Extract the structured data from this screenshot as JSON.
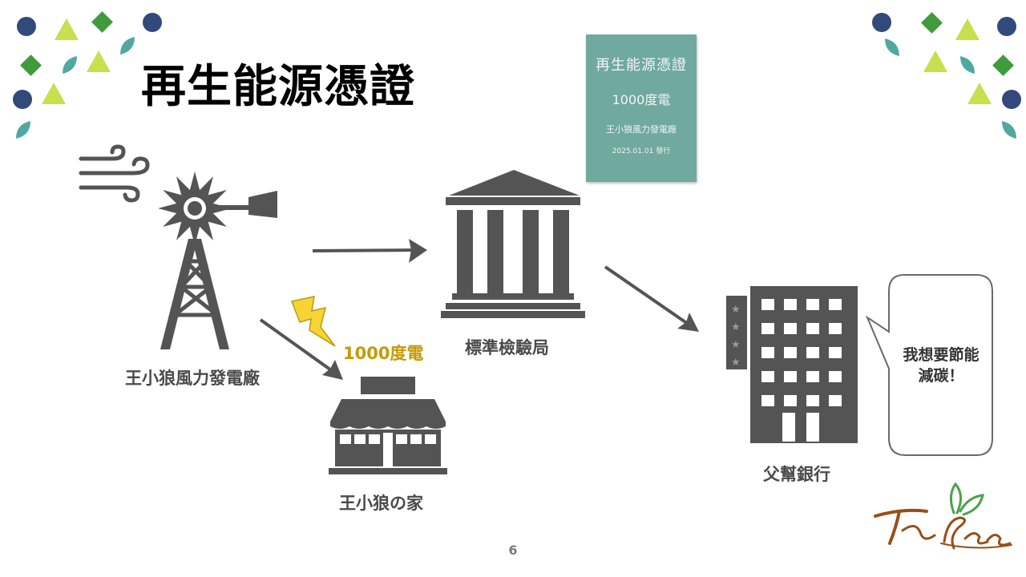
{
  "slide": {
    "title": "再生能源憑證",
    "page_number": "6"
  },
  "certificate": {
    "line1": "再生能源憑證",
    "line2": "1000度電",
    "line3": "王小狼風力發電廠",
    "line4": "2025.01.01 發行"
  },
  "labels": {
    "wind_farm": "王小狼風力發電廠",
    "home": "王小狼の家",
    "electricity": "1000度電",
    "bureau": "標準檢驗局",
    "bank": "父幫銀行"
  },
  "speech_bubble": {
    "line1": "我想要節能",
    "line2": "減碳！"
  },
  "colors": {
    "navy": "#324a7a",
    "lime": "#c8df4e",
    "green": "#3f9b3c",
    "teal": "#4fa9a1",
    "icon_gray": "#545454",
    "certificate_bg": "#6fa9a0",
    "lightning": "#f5d434"
  }
}
